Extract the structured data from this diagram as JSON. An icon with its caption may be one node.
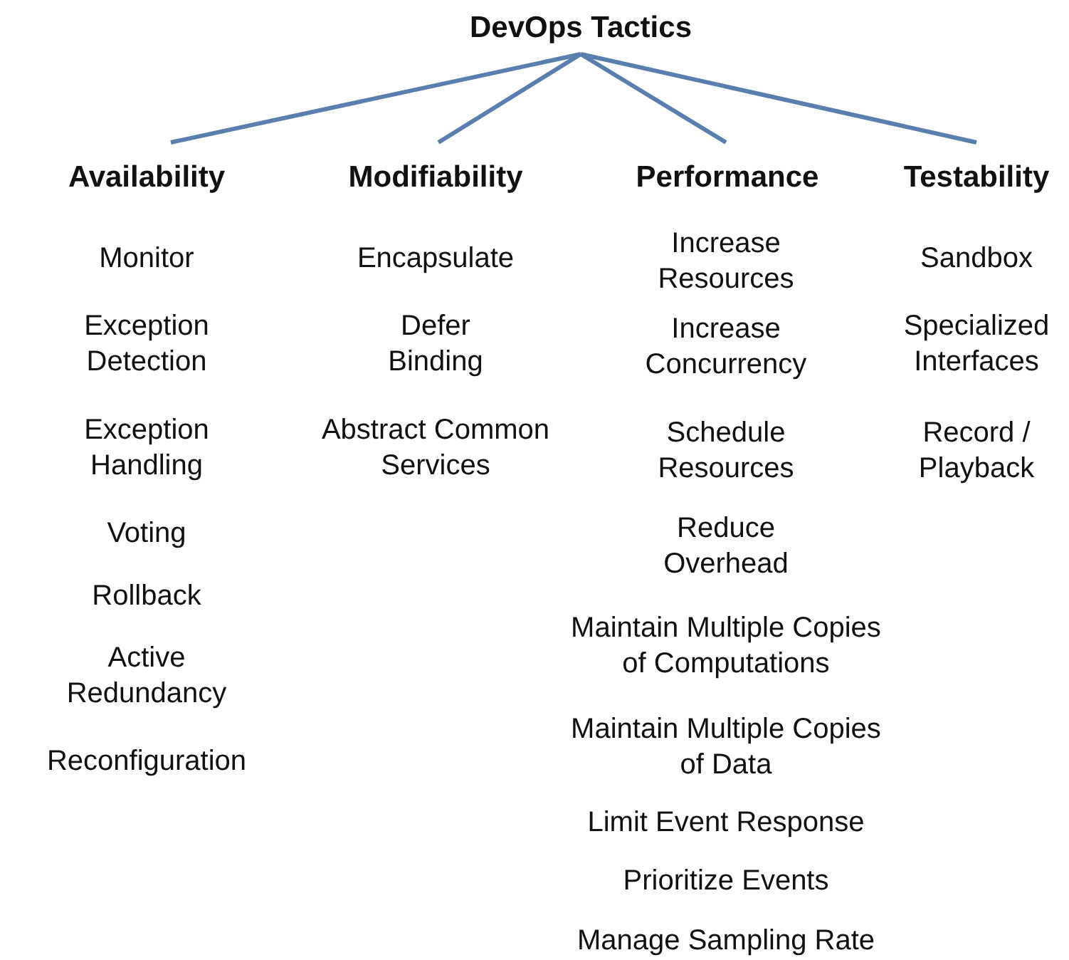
{
  "diagram": {
    "nodes": [
      {
        "text": [
          "DevOps Tactics"
        ]
      },
      {
        "text": [
          "Availability"
        ]
      },
      {
        "text": [
          "Modifiability"
        ]
      },
      {
        "text": [
          "Performance"
        ]
      },
      {
        "text": [
          "Testability"
        ]
      }
    ],
    "edges": [
      {
        "from": 0,
        "to": 1,
        "arrow": "none"
      },
      {
        "from": 0,
        "to": 2,
        "arrow": "none"
      },
      {
        "from": 0,
        "to": 3,
        "arrow": "none"
      },
      {
        "from": 0,
        "to": 4,
        "arrow": "none"
      }
    ],
    "labels": [
      "Monitor",
      "Exception Detection",
      "Exception Handling",
      "Voting",
      "Rollback",
      "Active Redundancy",
      "Reconfiguration",
      "Encapsulate",
      "Defer Binding",
      "Abstract Common Services",
      "Increase Resources",
      "Increase Concurrency",
      "Schedule Resources",
      "Reduce Overhead",
      "Maintain Multiple Copies of Computations",
      "Maintain Multiple Copies of Data",
      "Limit Event Response",
      "Prioritize Events",
      "Manage Sampling Rate",
      "Sandbox",
      "Specialized Interfaces",
      "Record / Playback"
    ]
  }
}
